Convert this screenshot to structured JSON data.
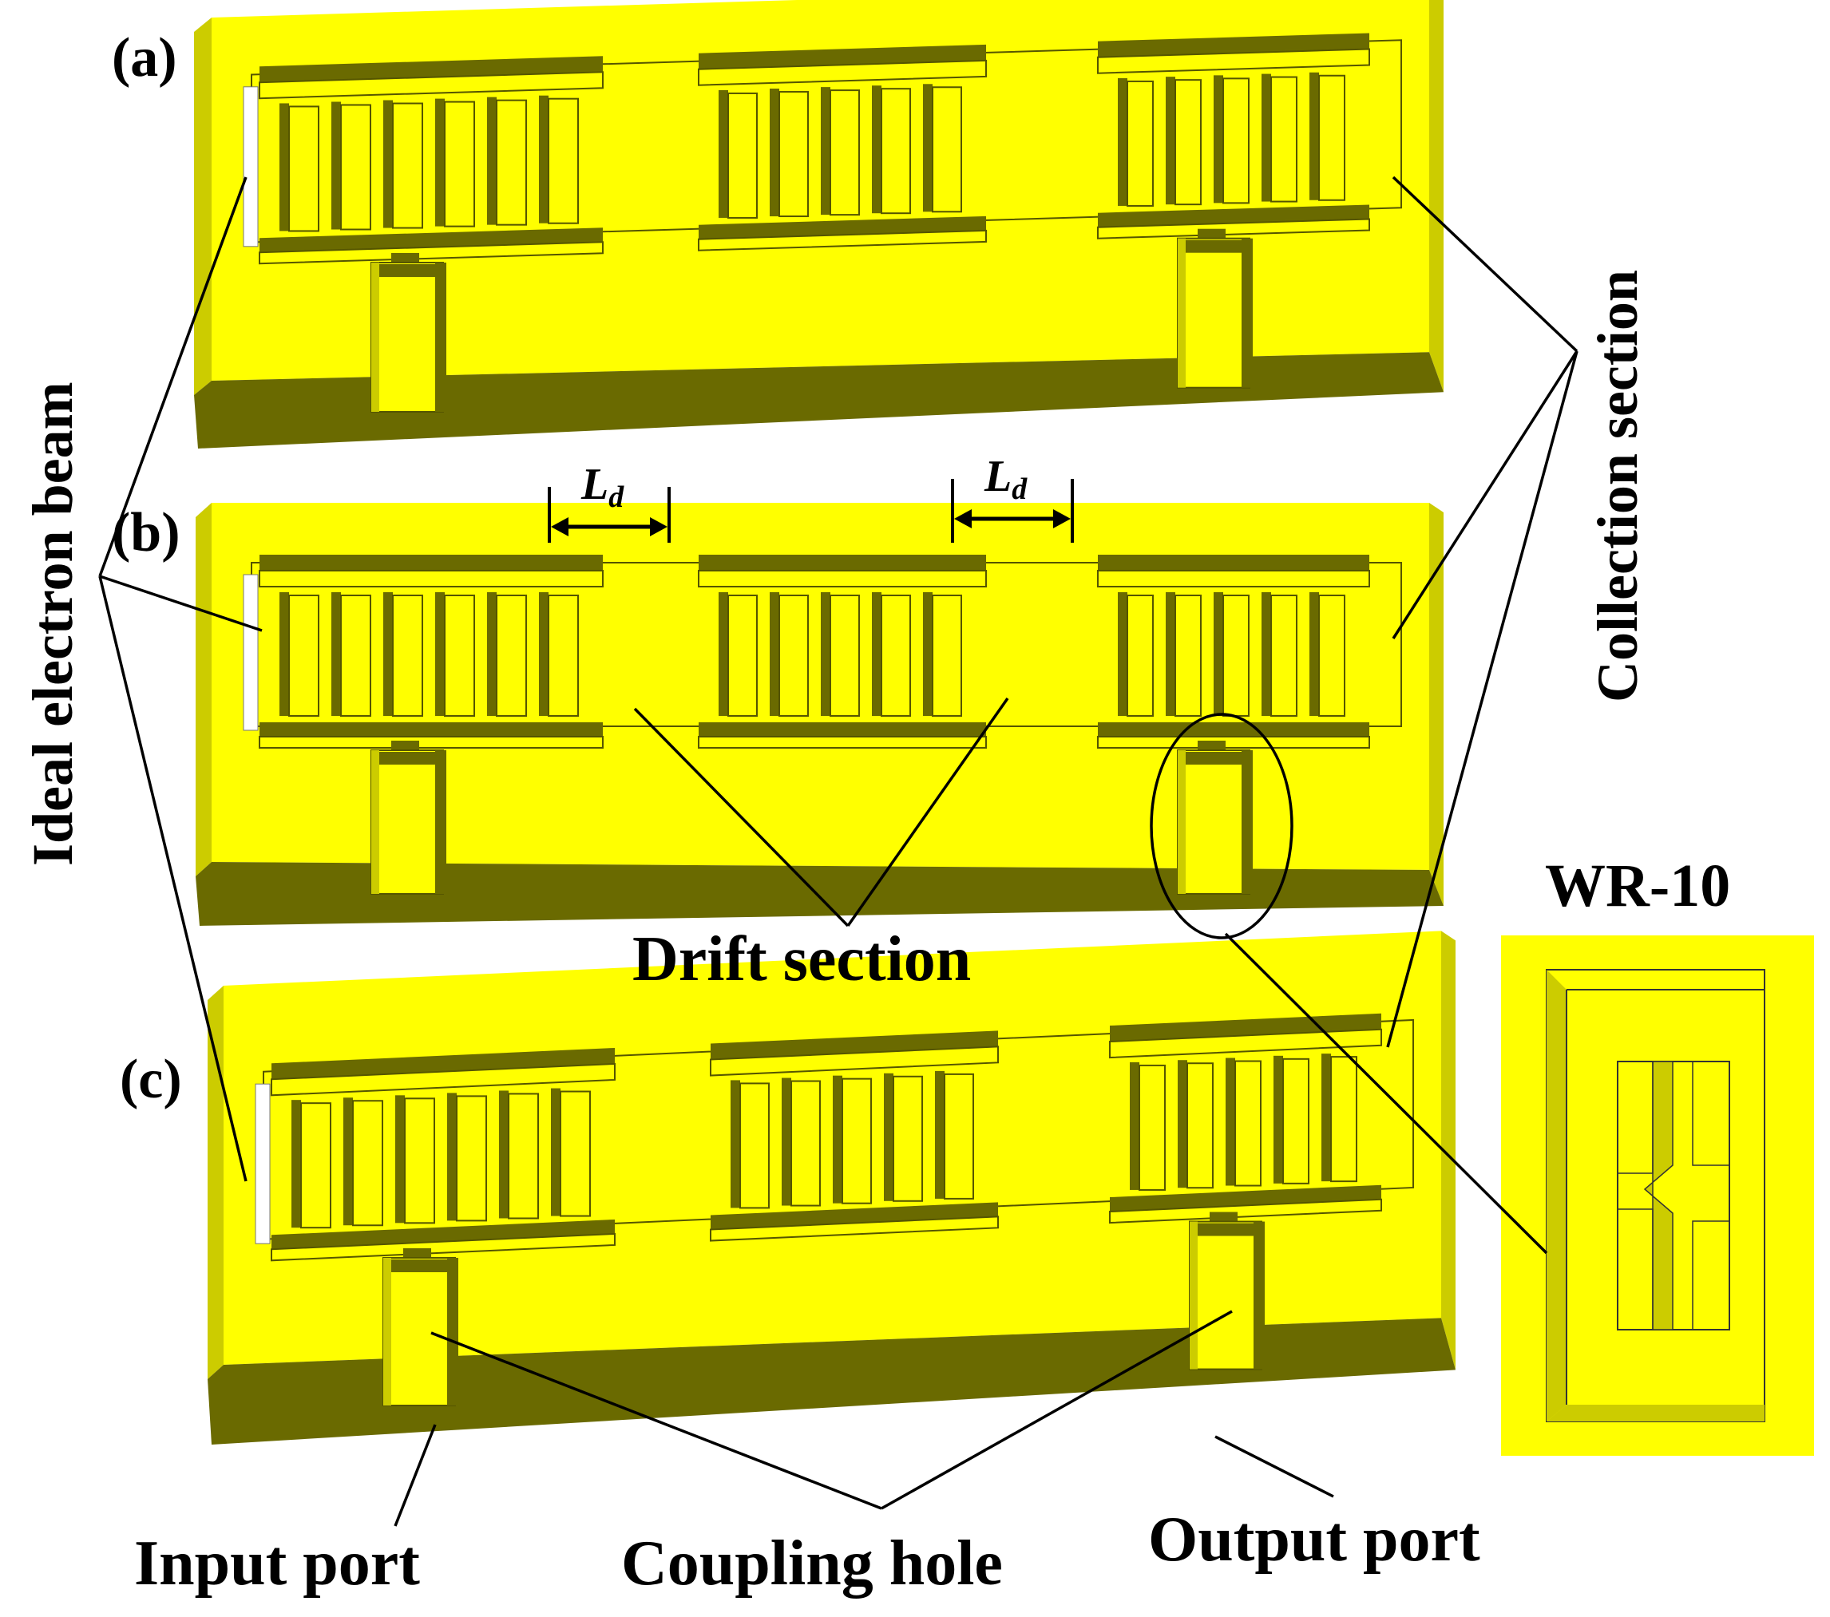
{
  "colors": {
    "top": "#ffff00",
    "front": "#6a6a00",
    "side": "#cccc00",
    "groove": "#e8e800",
    "beam": "#ffffff",
    "line": "#000000"
  },
  "panels": [
    {
      "id": "a",
      "label": "(a)"
    },
    {
      "id": "b",
      "label": "(b)"
    },
    {
      "id": "c",
      "label": "(c)"
    }
  ],
  "labels": {
    "drift_length": "L",
    "drift_length_sub": "d",
    "ideal_electron_beam": "Ideal electron beam",
    "collection_section": "Collection section",
    "drift_section": "Drift section",
    "wr10": "WR-10",
    "input_port": "Input port",
    "coupling_hole": "Coupling hole",
    "output_port": "Output port"
  }
}
